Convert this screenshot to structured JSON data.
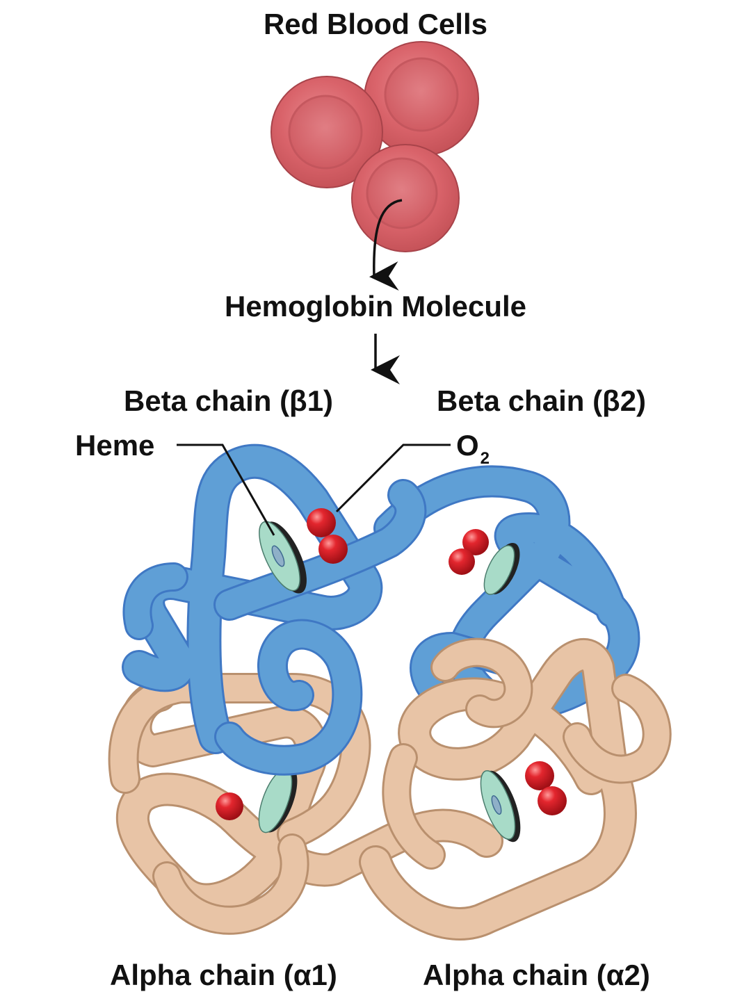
{
  "title": "Red Blood Cells",
  "molecule_label": "Hemoglobin Molecule",
  "labels": {
    "beta1": "Beta chain (β1)",
    "beta2": "Beta chain (β2)",
    "heme": "Heme",
    "oxygen_base": "O",
    "oxygen_sub": "2",
    "alpha1": "Alpha chain (α1)",
    "alpha2": "Alpha chain (α2)"
  },
  "colors": {
    "rbc_fill": "#d9636a",
    "rbc_edge": "#a8434a",
    "beta_chain": "#5f9fd6",
    "beta_edge": "#3f78c4",
    "alpha_chain": "#e8c4a6",
    "alpha_edge": "#b9906e",
    "heme_disc": "#a8dbc8",
    "oxygen": "#d8232a"
  }
}
